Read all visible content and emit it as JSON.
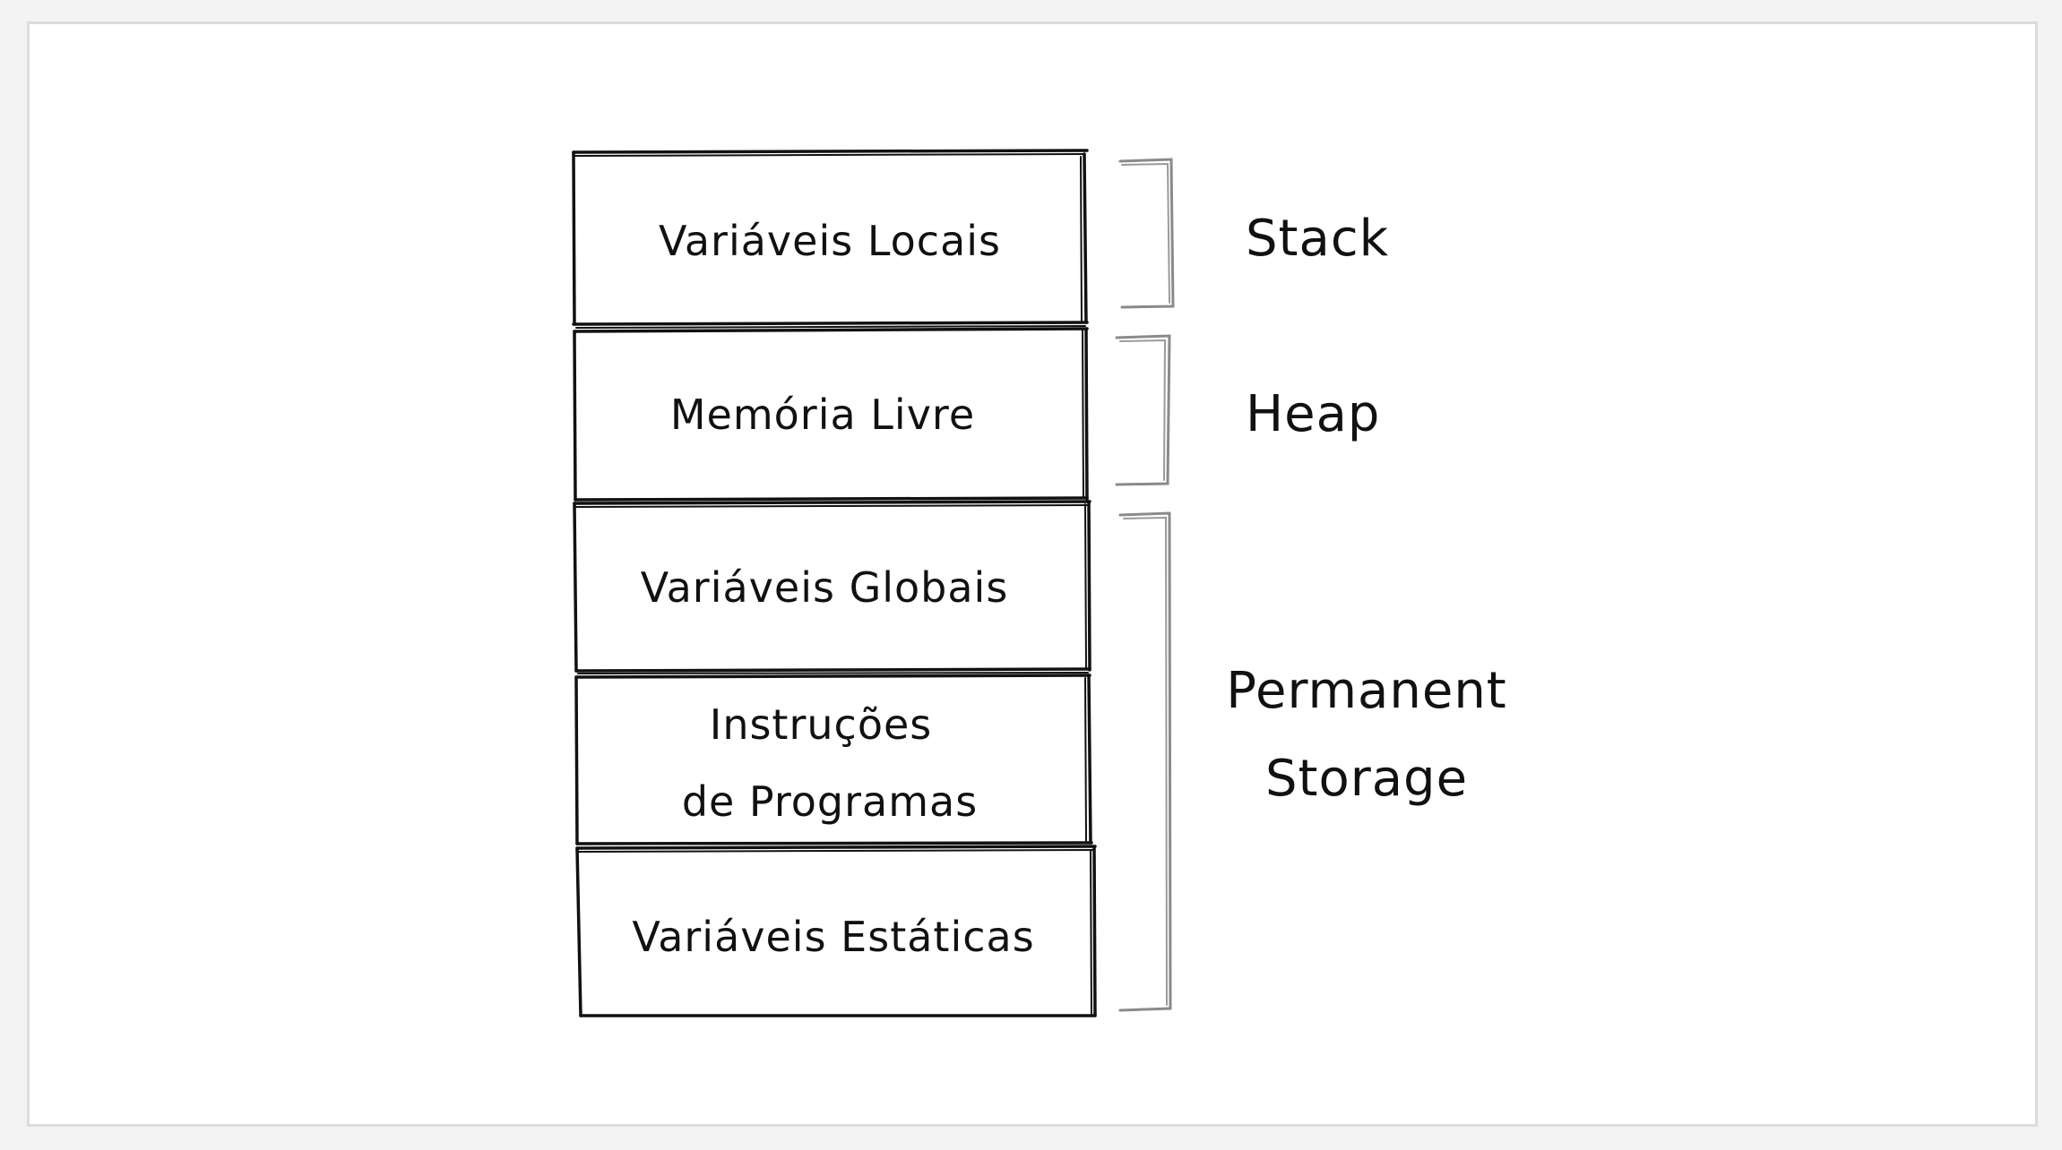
{
  "blocks": [
    {
      "lines": [
        "Variáveis Locais"
      ]
    },
    {
      "lines": [
        "Memória Livre"
      ]
    },
    {
      "lines": [
        "Variáveis Globais"
      ]
    },
    {
      "lines": [
        "Instruções",
        "de Programas"
      ]
    },
    {
      "lines": [
        "Variáveis Estáticas"
      ]
    }
  ],
  "regions": [
    {
      "lines": [
        "Stack"
      ]
    },
    {
      "lines": [
        "Heap"
      ]
    },
    {
      "lines": [
        "Permanent",
        "Storage"
      ]
    }
  ],
  "colors": {
    "stroke": "#111111",
    "bracket": "#8a8a8a",
    "background": "#ffffff"
  }
}
